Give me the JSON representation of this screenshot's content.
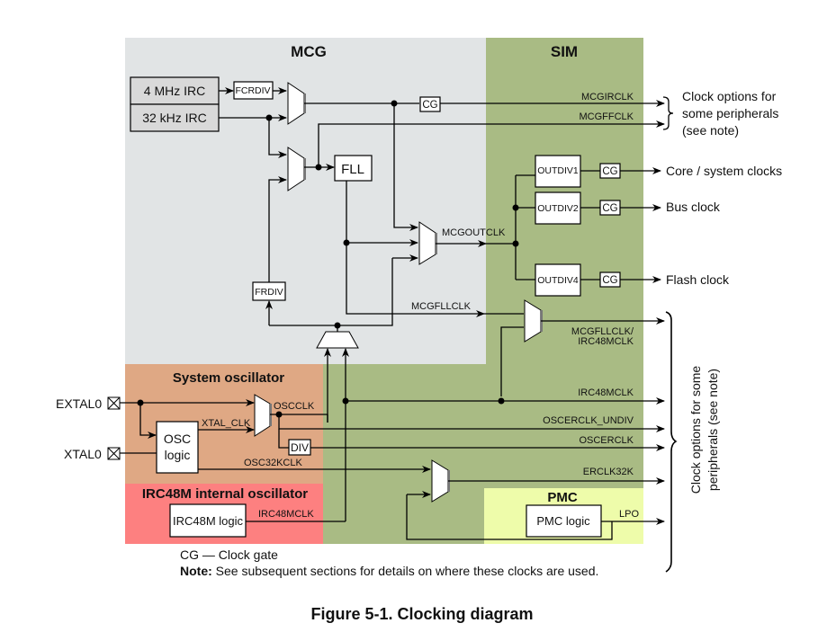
{
  "figure": {
    "caption": "Figure 5-1. Clocking diagram",
    "legend_cg": "CG — Clock gate",
    "note_label": "Note:",
    "note_text": " See subsequent sections for details on where these clocks are used."
  },
  "colors": {
    "mcg_bg": "#e1e4e5",
    "sim_bg": "#a9bb84",
    "sysosc_bg": "#dfa884",
    "irc48m_bg": "#fd8080",
    "pmc_bg": "#eefcaa"
  },
  "regions": {
    "mcg": "MCG",
    "sim": "SIM",
    "system_oscillator": "System oscillator",
    "irc48m_oscillator": "IRC48M internal oscillator",
    "pmc": "PMC"
  },
  "blocks": {
    "irc4m": "4 MHz IRC",
    "irc32k": "32 kHz IRC",
    "fcrdiv": "FCRDIV",
    "fll": "FLL",
    "frdiv": "FRDIV",
    "cg": "CG",
    "outdiv1": "OUTDIV1",
    "outdiv2": "OUTDIV2",
    "outdiv4": "OUTDIV4",
    "osc_logic_line1": "OSC",
    "osc_logic_line2": "logic",
    "div": "DIV",
    "irc48m_logic": "IRC48M logic",
    "pmc_logic": "PMC logic"
  },
  "pins": {
    "extal0": "EXTAL0",
    "xtal0": "XTAL0"
  },
  "signals": {
    "mcgirclk": "MCGIRCLK",
    "mcgffclk": "MCGFFCLK",
    "mcgoutclk": "MCGOUTCLK",
    "mcgfllclk": "MCGFLLCLK",
    "mcgfllclk_irc48mclk_1": "MCGFLLCLK/",
    "mcgfllclk_irc48mclk_2": "IRC48MCLK",
    "irc48mclk": "IRC48MCLK",
    "irc48mclk_src": "IRC48MCLK",
    "oscerclk_undiv": "OSCERCLK_UNDIV",
    "oscerclk": "OSCERCLK",
    "erclk32k": "ERCLK32K",
    "oscclk": "OSCCLK",
    "xtal_clk": "XTAL_CLK",
    "osc32kclk": "OSC32KCLK",
    "lpo": "LPO"
  },
  "outputs": {
    "core_system": "Core / system clocks",
    "bus": "Bus clock",
    "flash": "Flash clock",
    "peripherals_top_1": "Clock options for",
    "peripherals_top_2": "some peripherals",
    "peripherals_top_3": "(see note)",
    "peripherals_side_1": "Clock options for some",
    "peripherals_side_2": "peripherals (see note)"
  }
}
